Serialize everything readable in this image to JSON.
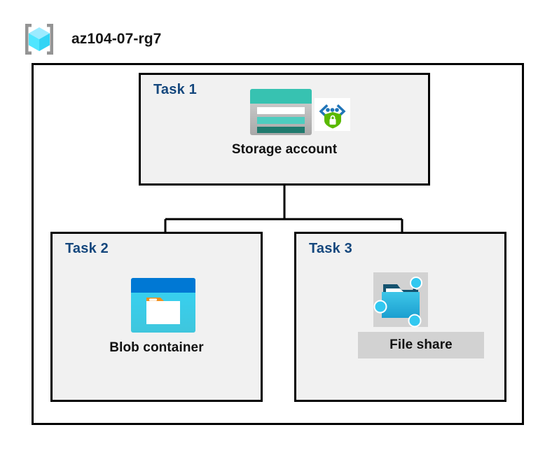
{
  "header": {
    "icon": "resource-group-icon",
    "title": "az104-07-rg7"
  },
  "diagram": {
    "container_label": "resource-group-container",
    "nodes": [
      {
        "task_label": "Task 1",
        "caption": "Storage account",
        "icon": "storage-account-icon",
        "secondary_icon": "secure-endpoint-shield-icon"
      },
      {
        "task_label": "Task 2",
        "caption": "Blob container",
        "icon": "blob-container-icon"
      },
      {
        "task_label": "Task 3",
        "caption": "File share",
        "icon": "file-share-icon"
      }
    ]
  },
  "colors": {
    "task_label": "#14477d",
    "box_fill": "#f1f1f1",
    "box_border": "#000000",
    "caption_text": "#111111",
    "shade": "#d2d2d2",
    "storage_teal": "#37c2b1",
    "storage_dark_teal": "#1f7a6e",
    "blob_blue": "#0078d4",
    "blob_cyan": "#32d4f5",
    "blob_orange": "#f2901d",
    "share_blue": "#32bedd",
    "shield_green": "#5ab900",
    "cube_cyan": "#50e6ff",
    "bracket_gray": "#949494"
  }
}
